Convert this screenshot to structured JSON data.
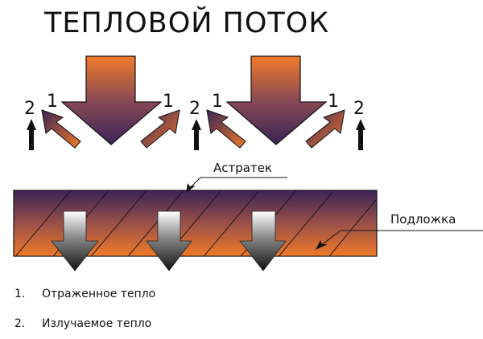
{
  "title": "ТЕПЛОВОЙ ПОТОК",
  "labels": {
    "reflected_num": "1",
    "emitted_num": "2",
    "astratek": "Астратек",
    "substrate": "Подложка"
  },
  "legend": [
    {
      "num": "1.",
      "text": "Отраженное тепло"
    },
    {
      "num": "2.",
      "text": "Излучаемое тепло"
    }
  ],
  "colors": {
    "orange": "#f07a2a",
    "purple": "#3a2456",
    "arrow_gray": "#111111"
  }
}
